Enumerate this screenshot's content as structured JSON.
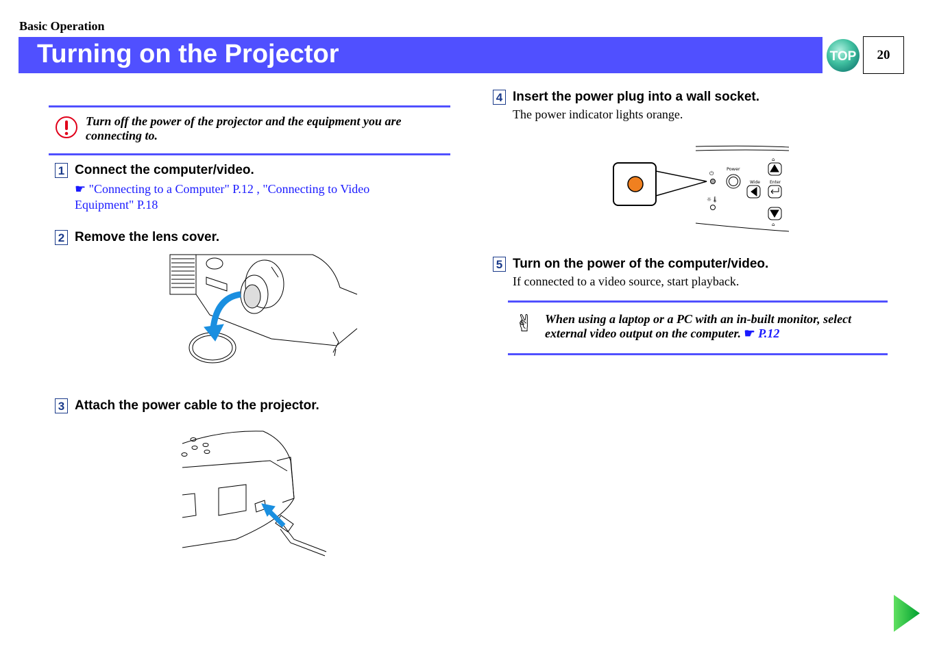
{
  "header": {
    "section": "Basic Operation",
    "title": "Turning on the Projector",
    "top_button_label": "TOP",
    "page_number": "20"
  },
  "caution": {
    "text": "Turn off the power of the projector and the equipment you are connecting to."
  },
  "steps": [
    {
      "num": "1",
      "title": "Connect the computer/video.",
      "link_line1": "\"Connecting to a Computer\" P.12 , \"Connecting to Video",
      "link_line2": "Equipment\" P.18"
    },
    {
      "num": "2",
      "title": "Remove the lens cover."
    },
    {
      "num": "3",
      "title": "Attach the power cable to the projector."
    },
    {
      "num": "4",
      "title": "Insert the power plug into a wall socket.",
      "body": "The power indicator lights orange."
    },
    {
      "num": "5",
      "title": "Turn on the power of the computer/video.",
      "body": "If connected to a video source, start playback."
    }
  ],
  "panel": {
    "power_label": "Power",
    "wide_label": "Wide",
    "enter_label": "Enter",
    "indicator_color": "#f08020"
  },
  "tip": {
    "text": "When using a laptop or a PC with an in-built monitor, select external video output on the computer.",
    "link": "P.12"
  },
  "colors": {
    "accent": "#5050ff",
    "link": "#1a1aff",
    "caution": "#e0001a",
    "next_arrow": "#00a030"
  }
}
